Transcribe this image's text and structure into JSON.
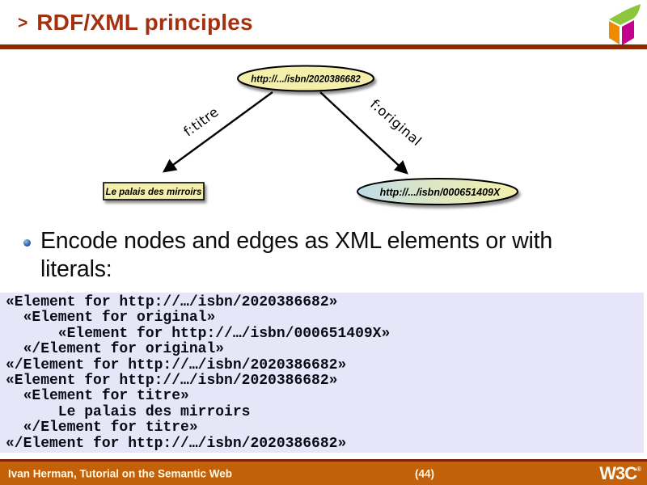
{
  "colors": {
    "accent_red": "#A53010",
    "rule_red": "#8E2A00",
    "footer_orange": "#C2610A",
    "footer_text": "#FFF9E3",
    "code_background": "#E6E6F8",
    "node_yellow": "#F4F0AC",
    "node_blue": "#BFDCE8",
    "bullet_blue": "#2E5FA8",
    "logo_green": "#8CC63E",
    "logo_orange": "#F08A00",
    "logo_magenta": "#C4008F"
  },
  "header": {
    "marker": ">",
    "title": "RDF/XML principles"
  },
  "diagram": {
    "nodes": [
      {
        "id": "subject-uri",
        "shape": "ellipse",
        "label": "http://.../isbn/2020386682"
      },
      {
        "id": "literal-title",
        "shape": "rect",
        "label": "Le palais des mirroirs"
      },
      {
        "id": "object-uri",
        "shape": "ellipse",
        "label": "http://.../isbn/000651409X"
      }
    ],
    "edges": [
      {
        "id": "titre",
        "label": "f:titre",
        "from": "subject-uri",
        "to": "literal-title"
      },
      {
        "id": "original",
        "label": "f:original",
        "from": "subject-uri",
        "to": "object-uri"
      }
    ]
  },
  "bullet": {
    "text": "Encode nodes and edges as XML elements or with literals:"
  },
  "code_block": "«Element for http://…/isbn/2020386682»\n  «Element for original»\n      «Element for http://…/isbn/000651409X»\n  «/Element for original»\n«/Element for http://…/isbn/2020386682»\n«Element for http://…/isbn/2020386682»\n  «Element for titre»\n      Le palais des mirroirs\n  «/Element for titre»\n«/Element for http://…/isbn/2020386682»",
  "footer": {
    "author": "Ivan Herman, Tutorial on the Semantic Web",
    "page": "(44)",
    "w3c_text": "W3C",
    "w3c_sup": "®"
  }
}
